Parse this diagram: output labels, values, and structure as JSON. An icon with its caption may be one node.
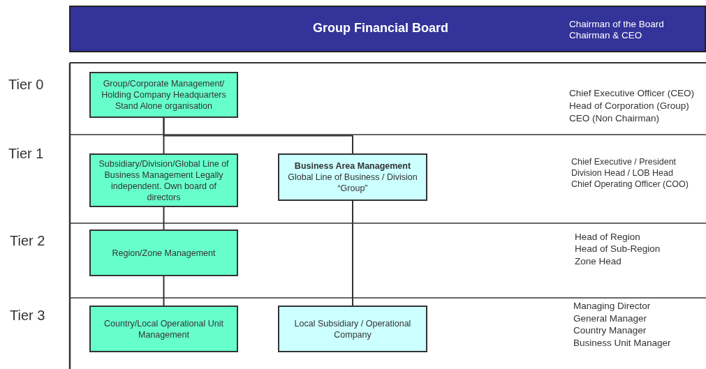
{
  "diagram": {
    "nodes": [
      {
        "text": [
          "Group Financial Board",
          "Chairman of the Board",
          "Chairman & CEO"
        ]
      },
      {
        "text": [
          "Group/Corporate Management/ Holding Company Headquarters Stand Alone organisation"
        ]
      },
      {
        "text": [
          "Subsidiary/Division/Global Line of Business Management Legally independent. Own board of directors"
        ]
      },
      {
        "text": [
          "Business Area Management",
          "Global Line of Business / Division “Group”"
        ]
      },
      {
        "text": [
          "Region/Zone Management"
        ]
      },
      {
        "text": [
          "Country/Local Operational Unit Management"
        ]
      },
      {
        "text": [
          "Local Subsidiary / Operational Company"
        ]
      }
    ],
    "edges": [
      {
        "from": 1,
        "to": 2,
        "arrow": "none"
      },
      {
        "from": 1,
        "to": 3,
        "arrow": "none"
      },
      {
        "from": 2,
        "to": 4,
        "arrow": "none"
      },
      {
        "from": 4,
        "to": 5,
        "arrow": "none"
      },
      {
        "from": 3,
        "to": 6,
        "arrow": "none"
      }
    ],
    "labels": [
      "Tier 0",
      "Chief Executive Officer (CEO)",
      "Head of Corporation (Group)",
      "CEO (Non Chairman)",
      "Tier 1",
      "Chief Executive / President",
      "Division Head / LOB Head",
      "Chief Operating Officer (COO)",
      "Tier 2",
      "Head of Region",
      "Head of Sub-Region",
      "Zone Head",
      "Tier 3",
      "Managing Director",
      "General Manager",
      "Country Manager",
      "Business Unit Manager"
    ]
  }
}
